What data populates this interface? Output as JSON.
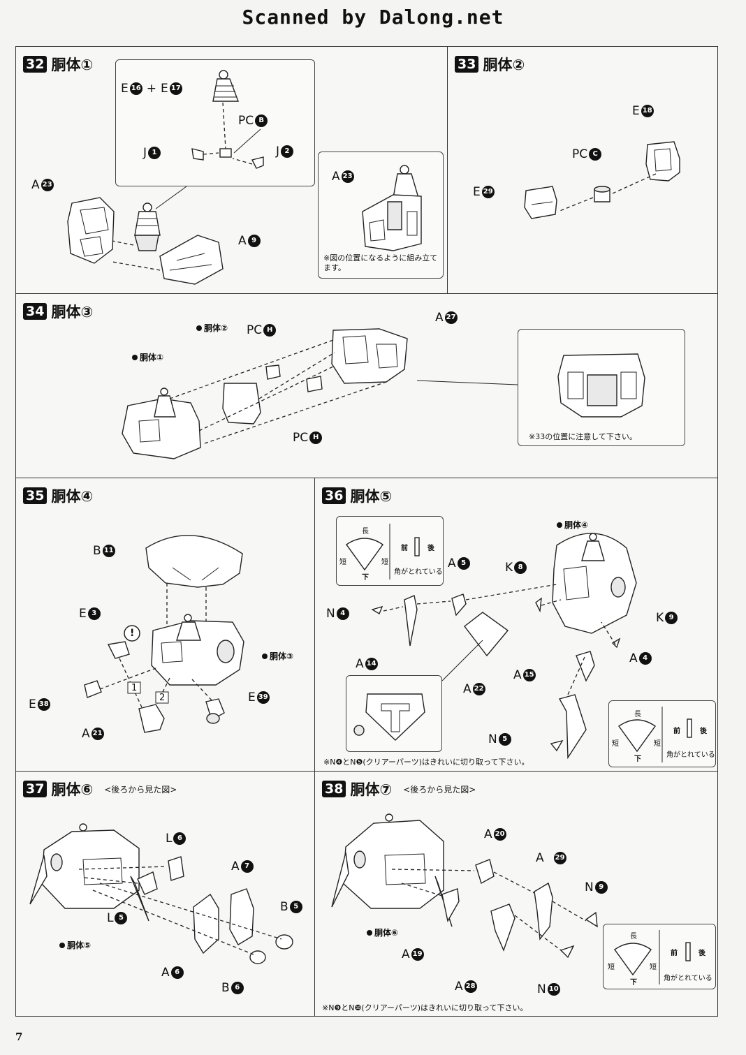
{
  "header": {
    "scan_credit": "Scanned by Dalong.net"
  },
  "page_number": "7",
  "steps": {
    "s32": {
      "num": "32",
      "name": "胴体①",
      "labels": {
        "e16": "E",
        "e16n": "16",
        "plus": "+",
        "e17": "E",
        "e17n": "17",
        "pcb": "PC",
        "pcbn": "B",
        "j1": "J",
        "j1n": "1",
        "j2": "J",
        "j2n": "2",
        "a23": "A",
        "a23n": "23",
        "a9": "A",
        "a9n": "9",
        "inset_a23": "A",
        "inset_a23n": "23"
      },
      "note": "※図の位置になるように組み立てます。"
    },
    "s33": {
      "num": "33",
      "name": "胴体②",
      "labels": {
        "e18": "E",
        "e18n": "18",
        "pcc": "PC",
        "pccn": "C",
        "e29": "E",
        "e29n": "29"
      }
    },
    "s34": {
      "num": "34",
      "name": "胴体③",
      "labels": {
        "ref1": "胴体①",
        "ref2": "胴体②",
        "pch1": "PC",
        "pch1n": "H",
        "pch2": "PC",
        "pch2n": "H",
        "a27": "A",
        "a27n": "27"
      },
      "note": "※33の位置に注意して下さい。"
    },
    "s35": {
      "num": "35",
      "name": "胴体④",
      "labels": {
        "b11": "B",
        "b11n": "11",
        "e3": "E",
        "e3n": "3",
        "ref3": "胴体③",
        "e38": "E",
        "e38n": "38",
        "e39": "E",
        "e39n": "39",
        "a21": "A",
        "a21n": "21",
        "n1": "1",
        "n2": "2",
        "excl": "!"
      }
    },
    "s36": {
      "num": "36",
      "name": "胴体⑤",
      "labels": {
        "ref4": "胴体④",
        "n4": "N",
        "n4n": "4",
        "a5": "A",
        "a5n": "5",
        "k8": "K",
        "k8n": "8",
        "k9": "K",
        "k9n": "9",
        "a14": "A",
        "a14n": "14",
        "a4": "A",
        "a4n": "4",
        "a22": "A",
        "a22n": "22",
        "a15": "A",
        "a15n": "15",
        "n5": "N",
        "n5n": "5"
      },
      "legend": {
        "long": "長",
        "short": "短",
        "bottom": "下",
        "front": "前",
        "back": "後",
        "rounded": "角がとれている"
      },
      "note": "※N❹とN❺(クリアーパーツ)はきれいに切り取って下さい。"
    },
    "s37": {
      "num": "37",
      "name": "胴体⑥",
      "view": "<後ろから見た図>",
      "labels": {
        "l6": "L",
        "l6n": "6",
        "a7": "A",
        "a7n": "7",
        "b5": "B",
        "b5n": "5",
        "l5": "L",
        "l5n": "5",
        "ref5": "胴体⑤",
        "a6": "A",
        "a6n": "6",
        "b6": "B",
        "b6n": "6"
      }
    },
    "s38": {
      "num": "38",
      "name": "胴体⑦",
      "view": "<後ろから見た図>",
      "labels": {
        "a20": "A",
        "a20n": "20",
        "a29": "A",
        "a29n": "29",
        "n9": "N",
        "n9n": "9",
        "ref6": "胴体⑥",
        "a19": "A",
        "a19n": "19",
        "a28": "A",
        "a28n": "28",
        "n10": "N",
        "n10n": "10"
      },
      "legend": {
        "long": "長",
        "short": "短",
        "bottom": "下",
        "front": "前",
        "back": "後",
        "rounded": "角がとれている"
      },
      "note": "※N❾とN❿(クリアーパーツ)はきれいに切り取って下さい。"
    }
  }
}
